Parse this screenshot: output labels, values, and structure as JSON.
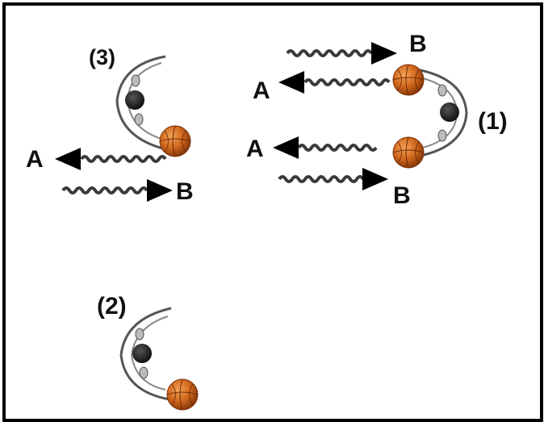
{
  "labels": {
    "group1": "(1)",
    "group2": "(2)",
    "group3": "(3)",
    "arrow_a": "A",
    "arrow_b": "B"
  },
  "colors": {
    "ball": "#d2691e",
    "ball_dark": "#8b3a0a",
    "node": "#1a1a1a",
    "wave": "#3a3a3a",
    "arrowhead": "#000000",
    "arc": "#555555"
  },
  "icons": {
    "ball": "basketball-icon",
    "node": "black-node-icon",
    "arc": "curved-arc-icon",
    "arrow_left": "wavy-arrow-left-icon",
    "arrow_right": "wavy-arrow-right-icon"
  }
}
